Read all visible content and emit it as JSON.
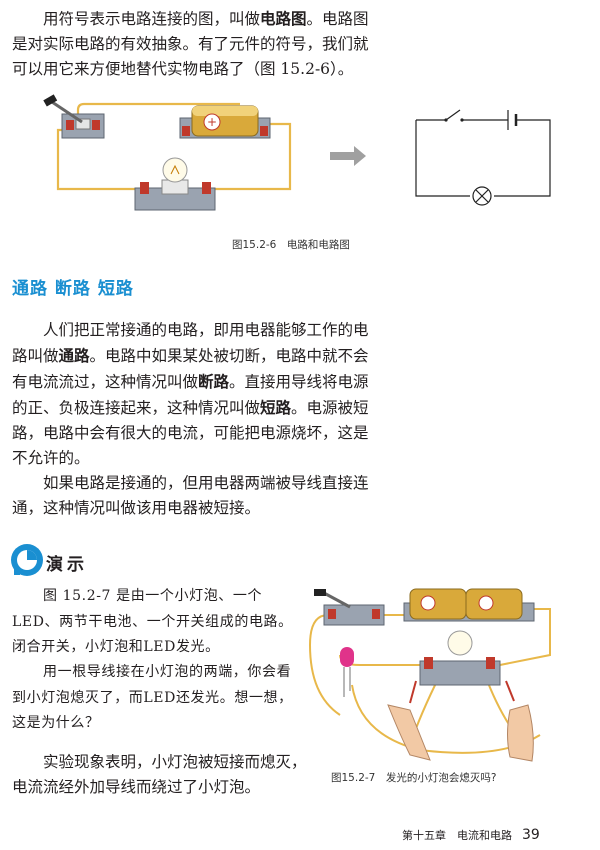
{
  "intro": {
    "text_before": "用符号表示电路连接的图，叫做",
    "term": "电路图",
    "text_after": "。电路图是对实际电路的有效抽象。有了元件的符号，我们就可以用它来方便地替代实物电路了（图 15.2-6）。"
  },
  "figure_15_2_6": {
    "caption": "图15.2-6　电路和电路图"
  },
  "section": {
    "heading": "通路  断路  短路"
  },
  "paragraph1": {
    "p1": "人们把正常接通的电路，即用电器能够工作的电路叫做",
    "t1": "通路",
    "p2": "。电路中如果某处被切断，电路中就不会有电流流过，这种情况叫做",
    "t2": "断路",
    "p3": "。直接用导线将电源的正、负极连接起来，这种情况叫做",
    "t3": "短路",
    "p4": "。电源被短路，电路中会有很大的电流，可能把电源烧坏，这是不允许的。"
  },
  "paragraph2": {
    "text": "如果电路是接通的，但用电器两端被导线直接连通，这种情况叫做该用电器被短接。"
  },
  "demo": {
    "heading": "演示",
    "p1": "图 15.2-7 是由一个小灯泡、一个LED、两节干电池、一个开关组成的电路。闭合开关，小灯泡和LED发光。",
    "p2": "用一根导线接在小灯泡的两端，你会看到小灯泡熄灭了，而LED还发光。想一想，这是为什么？"
  },
  "conclusion": {
    "text": "实验现象表明，小灯泡被短接而熄灭，电流流经外加导线而绕过了小灯泡。"
  },
  "figure_15_2_7": {
    "caption": "图15.2-7　发光的小灯泡会熄灭吗?"
  },
  "footer": {
    "chapter": "第十五章　电流和电路",
    "page": "39"
  },
  "colors": {
    "accent_blue": "#1a8fd1",
    "wire_yellow": "#e8b84a",
    "battery_gold": "#d9a93a",
    "led_pink": "#e0338a"
  }
}
